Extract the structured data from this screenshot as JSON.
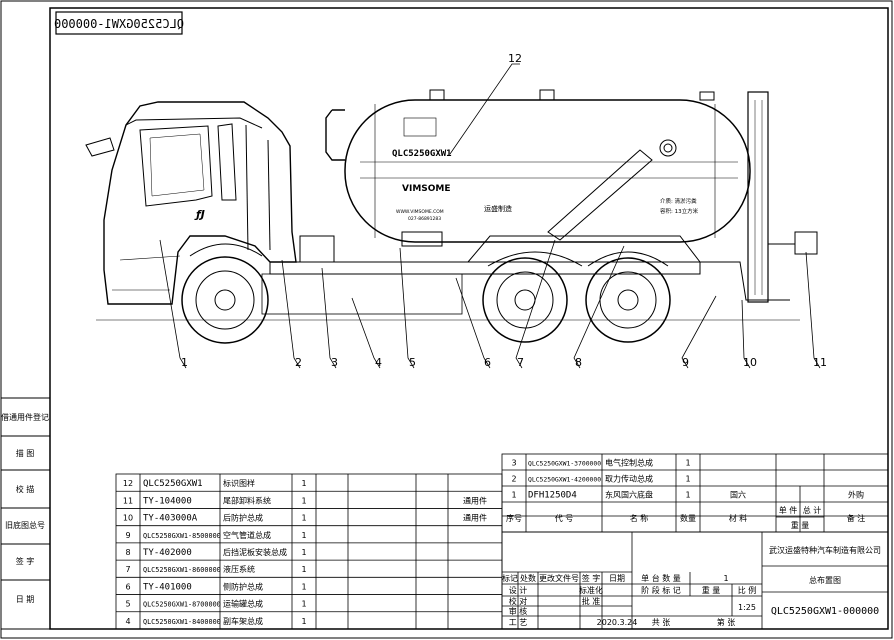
{
  "drawing": {
    "number_mirrored": "QLC5250GXW1-000000",
    "truck": {
      "tank_model": "QLC5250GXW1",
      "brand": "VIMSOME",
      "website": "WWW.VIMSOME.COM",
      "phone": "027-86891283",
      "maker": "运盛制造",
      "spec_line1": "介质: 清淤污粪",
      "spec_line2": "容积: 13立方米"
    },
    "callouts": [
      "1",
      "2",
      "3",
      "4",
      "5",
      "6",
      "7",
      "8",
      "9",
      "10",
      "11",
      "12"
    ]
  },
  "left_strip": {
    "items": [
      "借通用件登记",
      "描 图",
      "校 描",
      "旧底图总号",
      "签 字",
      "日 期"
    ]
  },
  "bom_left": [
    {
      "no": "12",
      "code": "QLC5250GXW1",
      "name": "标识图样",
      "qty": "1",
      "note": ""
    },
    {
      "no": "11",
      "code": "TY-104000",
      "name": "尾部卸料系统",
      "qty": "1",
      "note": "通用件"
    },
    {
      "no": "10",
      "code": "TY-403000A",
      "name": "后防护总成",
      "qty": "1",
      "note": "通用件"
    },
    {
      "no": "9",
      "code": "QLC5250GXW1-8500000",
      "name": "空气管道总成",
      "qty": "1",
      "note": ""
    },
    {
      "no": "8",
      "code": "TY-402000",
      "name": "后挡泥板安装总成",
      "qty": "1",
      "note": ""
    },
    {
      "no": "7",
      "code": "QLC5250GXW1-8600000",
      "name": "液压系统",
      "qty": "1",
      "note": ""
    },
    {
      "no": "6",
      "code": "TY-401000",
      "name": "侧防护总成",
      "qty": "1",
      "note": ""
    },
    {
      "no": "5",
      "code": "QLC5250GXW1-8700000",
      "name": "运输罐总成",
      "qty": "1",
      "note": ""
    },
    {
      "no": "4",
      "code": "QLC5250GXW1-8400000",
      "name": "副车架总成",
      "qty": "1",
      "note": ""
    }
  ],
  "bom_right": [
    {
      "no": "3",
      "code": "QLC5250GXW1-3700000",
      "name": "电气控制总成",
      "qty": "1",
      "material": "",
      "note": ""
    },
    {
      "no": "2",
      "code": "QLC5250GXW1-4200000",
      "name": "取力传动总成",
      "qty": "1",
      "material": "",
      "note": ""
    },
    {
      "no": "1",
      "code": "DFH1250D4",
      "name": "东风国六底盘",
      "qty": "1",
      "material": "国六",
      "note": "外购"
    }
  ],
  "bom_header": {
    "seq": "序号",
    "code": "代 号",
    "name": "名 称",
    "qty": "数量",
    "material": "材 料",
    "single": "单 件",
    "total": "总 计",
    "weight": "重 量",
    "note": "备 注"
  },
  "title_block": {
    "company": "武汉运盛特种汽车制造有限公司",
    "title": "总布置图",
    "drawing_no": "QLC5250GXW1-000000",
    "mark_row": [
      "标记",
      "处数",
      "更改文件号",
      "签 字",
      "日期"
    ],
    "rows": [
      "设 计",
      "校 对",
      "审 核",
      "工 艺"
    ],
    "standard": "标准化",
    "approve": "批 准",
    "date": "2020.3.24",
    "stage_mark": "阶 段 标 记",
    "weight_label": "重 量",
    "scale_label": "比 例",
    "single_qty": "单 台 数 量",
    "single_qty_val": "1",
    "scale": "1:25",
    "sheets": "共 张",
    "sheet": "第 张"
  }
}
